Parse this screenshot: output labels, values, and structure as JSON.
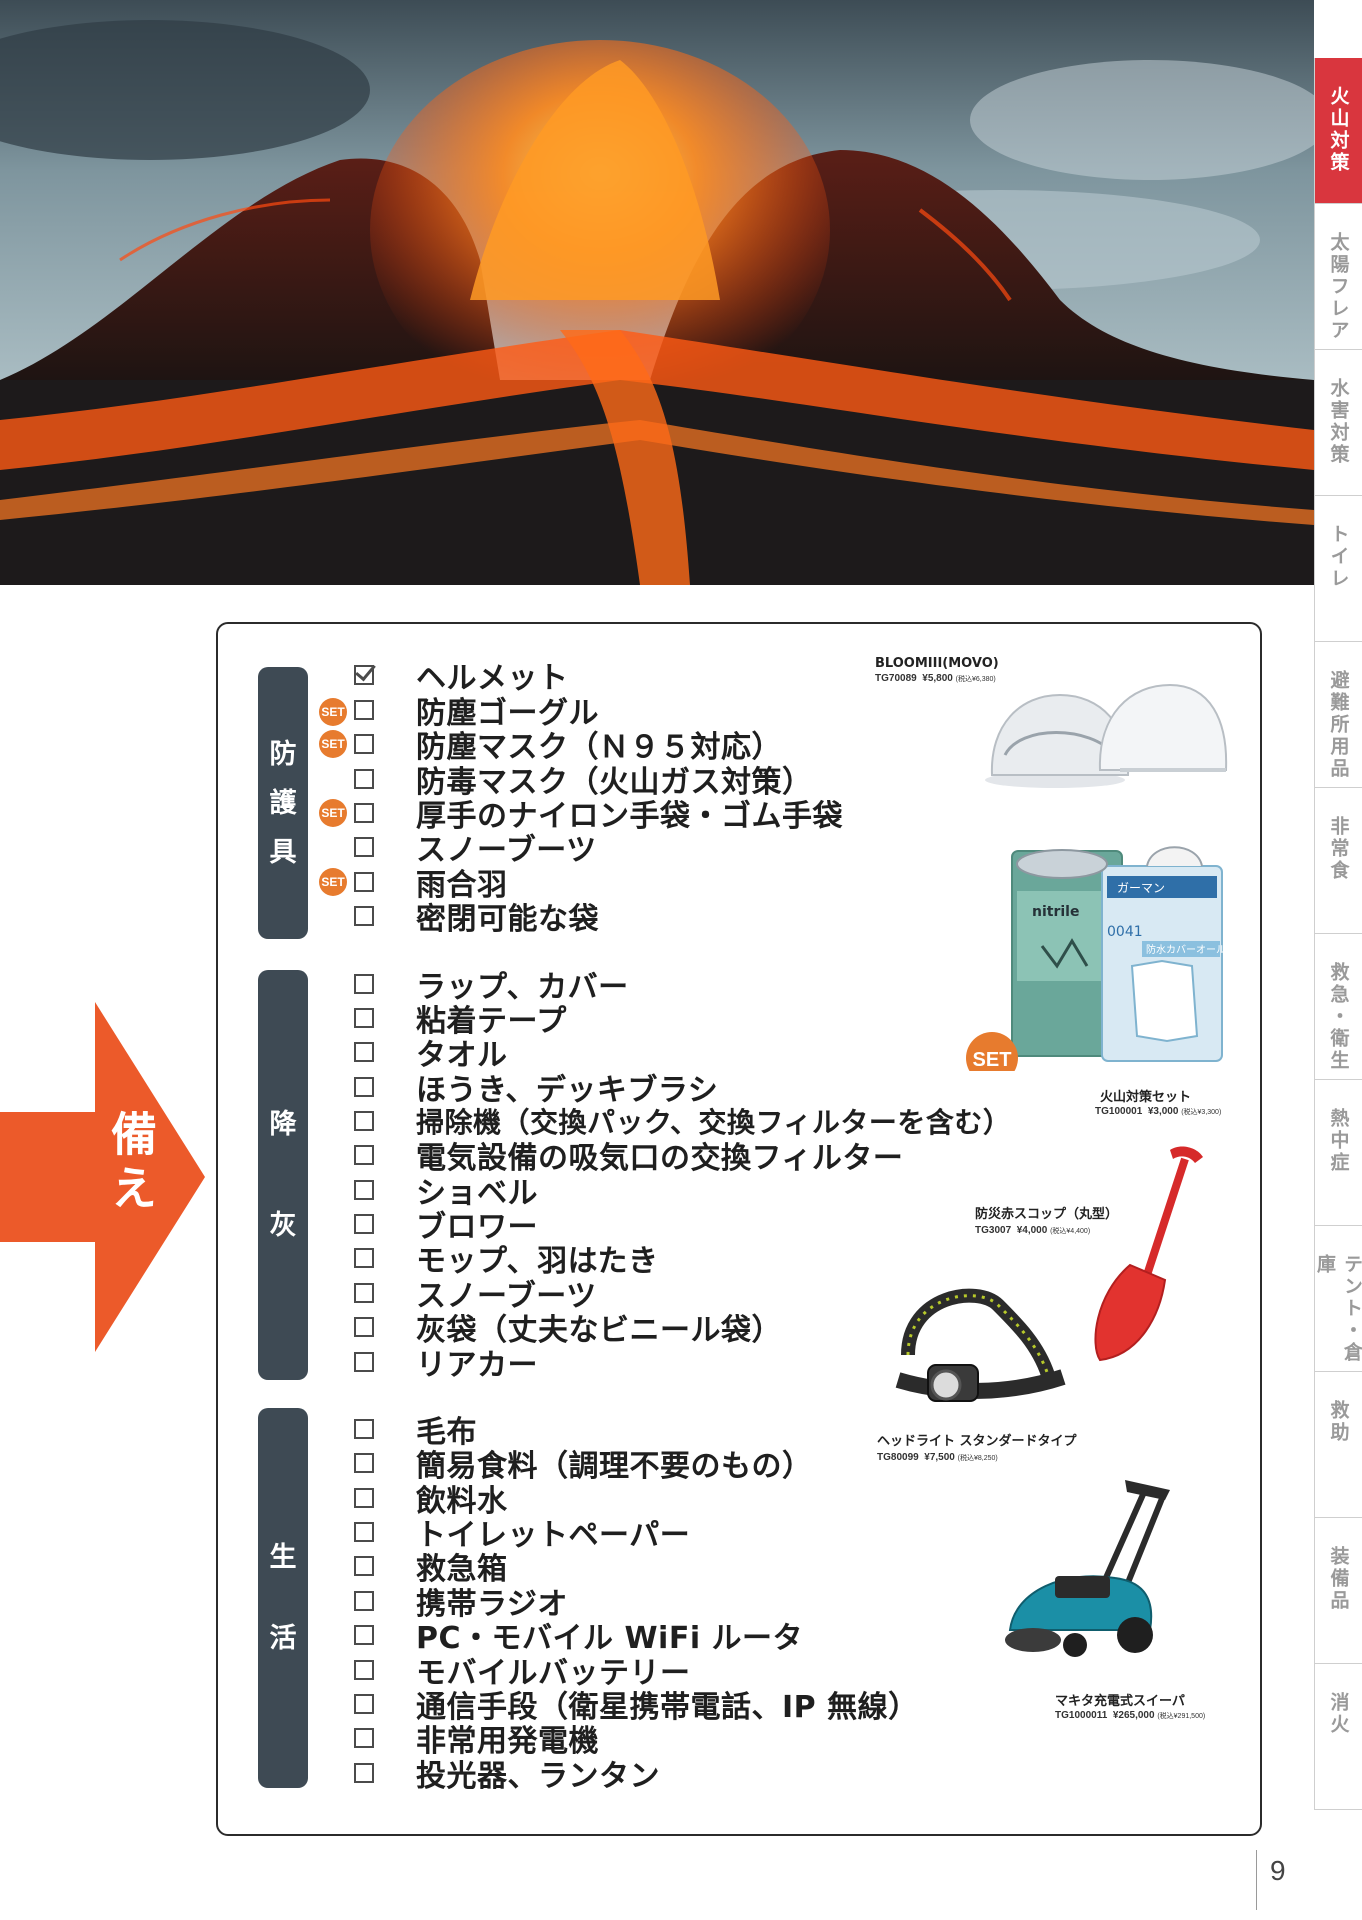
{
  "tabs": [
    {
      "label": "火山対策",
      "active": true
    },
    {
      "label": "太陽フレア",
      "active": false
    },
    {
      "label": "水害対策",
      "active": false
    },
    {
      "label": "トイレ",
      "active": false
    },
    {
      "label": "避難所用品",
      "active": false
    },
    {
      "label": "非常食",
      "active": false
    },
    {
      "label": "救急・衛生",
      "active": false
    },
    {
      "label": "熱中症",
      "active": false
    },
    {
      "label": "テント・倉庫",
      "active": false
    },
    {
      "label": "救助",
      "active": false
    },
    {
      "label": "装備品",
      "active": false
    },
    {
      "label": "消火",
      "active": false
    }
  ],
  "arrow": {
    "label": "備え",
    "color": "#ec5a2a"
  },
  "categories": [
    {
      "label": "防護具",
      "chars": [
        "防",
        "護",
        "具"
      ]
    },
    {
      "label": "降灰",
      "chars": [
        "降",
        "灰"
      ]
    },
    {
      "label": "生活",
      "chars": [
        "生",
        "活"
      ]
    }
  ],
  "set_badge": "SET",
  "checklist": [
    {
      "text": "ヘルメット",
      "checked": true,
      "set": false
    },
    {
      "text": "防塵ゴーグル",
      "checked": false,
      "set": true
    },
    {
      "text": "防塵マスク（Ｎ９５対応）",
      "checked": false,
      "set": true
    },
    {
      "text": "防毒マスク（火山ガス対策）",
      "checked": false,
      "set": false
    },
    {
      "text": "厚手のナイロン手袋・ゴム手袋",
      "checked": false,
      "set": true
    },
    {
      "text": "スノーブーツ",
      "checked": false,
      "set": false
    },
    {
      "text": "雨合羽",
      "checked": false,
      "set": true
    },
    {
      "text": "密閉可能な袋",
      "checked": false,
      "set": false
    },
    {
      "text": "ラップ、カバー",
      "checked": false,
      "set": false
    },
    {
      "text": "粘着テープ",
      "checked": false,
      "set": false
    },
    {
      "text": "タオル",
      "checked": false,
      "set": false
    },
    {
      "text": "ほうき、デッキブラシ",
      "checked": false,
      "set": false
    },
    {
      "text": "掃除機（交換パック、交換フィルターを含む）",
      "checked": false,
      "set": false
    },
    {
      "text": "電気設備の吸気口の交換フィルター",
      "checked": false,
      "set": false
    },
    {
      "text": "ショベル",
      "checked": false,
      "set": false
    },
    {
      "text": "ブロワー",
      "checked": false,
      "set": false
    },
    {
      "text": "モップ、羽はたき",
      "checked": false,
      "set": false
    },
    {
      "text": "スノーブーツ",
      "checked": false,
      "set": false
    },
    {
      "text": "灰袋（丈夫なビニール袋）",
      "checked": false,
      "set": false
    },
    {
      "text": "リアカー",
      "checked": false,
      "set": false
    },
    {
      "text": "毛布",
      "checked": false,
      "set": false
    },
    {
      "text": "簡易食料（調理不要のもの）",
      "checked": false,
      "set": false
    },
    {
      "text": "飲料水",
      "checked": false,
      "set": false
    },
    {
      "text": "トイレットペーパー",
      "checked": false,
      "set": false
    },
    {
      "text": "救急箱",
      "checked": false,
      "set": false
    },
    {
      "text": "携帯ラジオ",
      "checked": false,
      "set": false
    },
    {
      "text": "PC・モバイル WiFi ルータ",
      "checked": false,
      "set": false
    },
    {
      "text": "モバイルバッテリー",
      "checked": false,
      "set": false
    },
    {
      "text": "通信手段（衛星携帯電話、IP 無線）",
      "checked": false,
      "set": false
    },
    {
      "text": "非常用発電機",
      "checked": false,
      "set": false
    },
    {
      "text": "投光器、ランタン",
      "checked": false,
      "set": false
    }
  ],
  "products": [
    {
      "name": "BLOOMIII(MOVO)",
      "code": "TG70089",
      "price": "¥5,800",
      "tax": "(税込¥6,380)"
    },
    {
      "name": "火山対策セット",
      "code": "TG100001",
      "price": "¥3,000",
      "tax": "(税込¥3,300)",
      "badge": "SET"
    },
    {
      "name": "防災赤スコップ（丸型）",
      "code": "TG3007",
      "price": "¥4,000",
      "tax": "(税込¥4,400)"
    },
    {
      "name": "ヘッドライト スタンダードタイプ",
      "code": "TG80099",
      "price": "¥7,500",
      "tax": "(税込¥8,250)"
    },
    {
      "name": "マキタ充電式スイーパ",
      "code": "TG1000011",
      "price": "¥265,000",
      "tax": "(税込¥291,500)"
    }
  ],
  "set_product_labels": [
    "nitrile",
    "ガーマン",
    "0041",
    "防水カバーオール"
  ],
  "page_number": "9",
  "colors": {
    "tab_active": "#d9363e",
    "category": "#3e4a54",
    "set_badge": "#e77b2e",
    "arrow": "#ec5a2a"
  }
}
